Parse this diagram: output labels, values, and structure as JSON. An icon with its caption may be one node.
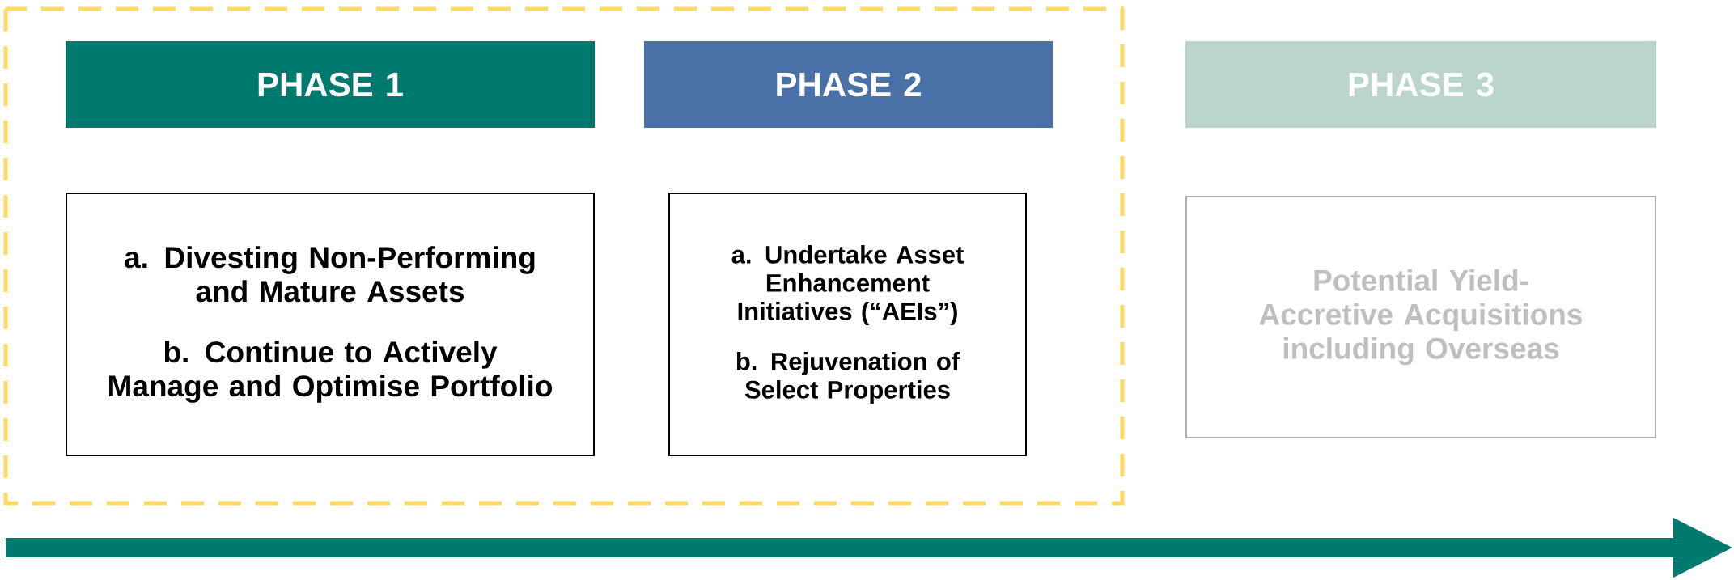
{
  "diagram": {
    "nodes": [
      {
        "text": [
          "PHASE 1"
        ]
      },
      {
        "text": [
          "PHASE 2"
        ]
      },
      {
        "text": [
          "PHASE 3"
        ]
      },
      {
        "text": [
          "a. Divesting Non-Performing and Mature Assets",
          "b. Continue to Actively Manage and Optimise Portfolio"
        ]
      },
      {
        "text": [
          "a. Undertake Asset Enhancement Initiatives (“AEIs”)",
          "b. Rejuvenation of Select Properties"
        ]
      },
      {
        "text": [
          "Potential Yield-Accretive Acquisitions including Overseas"
        ]
      }
    ]
  }
}
